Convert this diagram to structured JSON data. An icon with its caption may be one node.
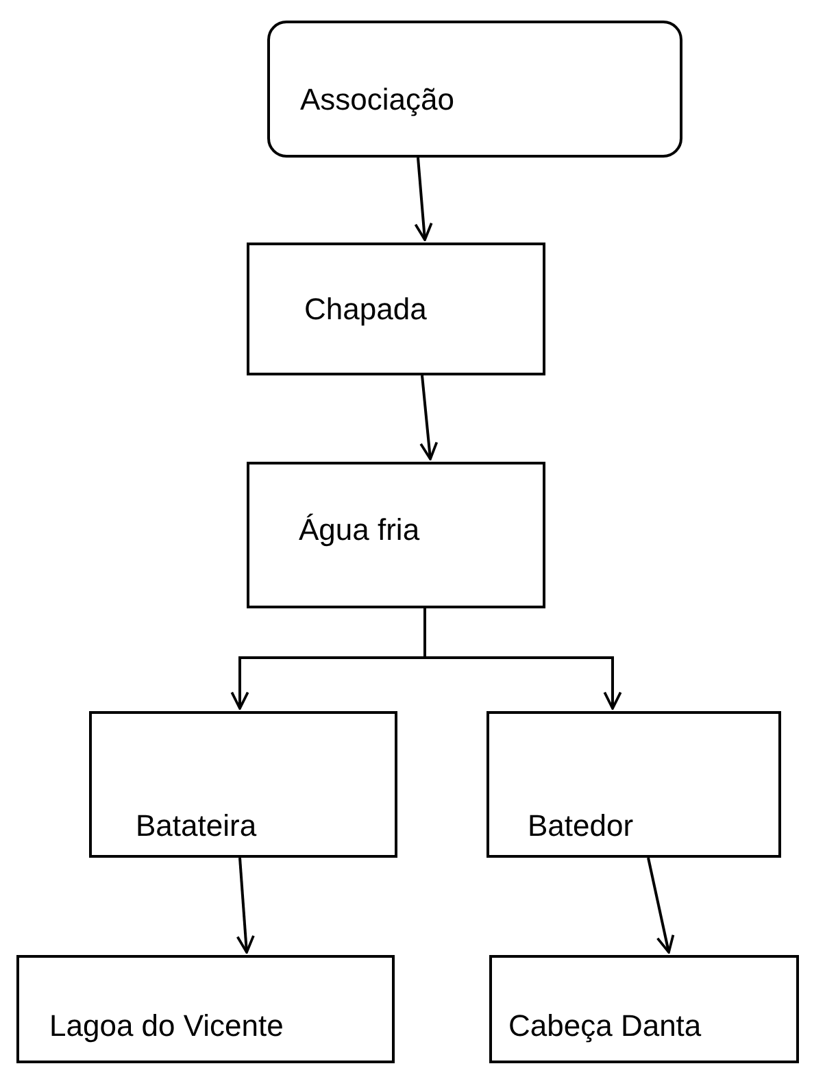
{
  "diagram": {
    "nodes": [
      {
        "text": [
          "Associação"
        ]
      },
      {
        "text": [
          "Chapada"
        ]
      },
      {
        "text": [
          "Água fria"
        ]
      },
      {
        "text": [
          "Batateira"
        ]
      },
      {
        "text": [
          "Batedor"
        ]
      },
      {
        "text": [
          "Lagoa do Vicente"
        ]
      },
      {
        "text": [
          "Cabeça Danta"
        ]
      }
    ],
    "edges": [
      {
        "from": 0,
        "to": 1,
        "arrow": "to"
      },
      {
        "from": 1,
        "to": 2,
        "arrow": "to"
      },
      {
        "from": 2,
        "to": 3,
        "arrow": "to"
      },
      {
        "from": 2,
        "to": 4,
        "arrow": "to"
      },
      {
        "from": 3,
        "to": 5,
        "arrow": "to"
      },
      {
        "from": 4,
        "to": 6,
        "arrow": "to"
      }
    ]
  }
}
